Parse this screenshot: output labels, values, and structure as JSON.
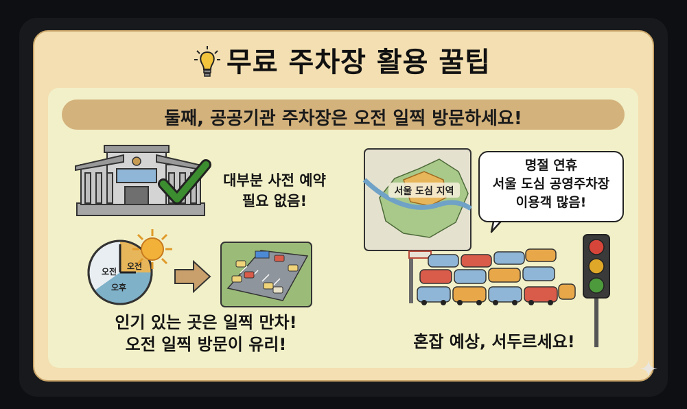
{
  "header": {
    "title": "무료 주차장 활용 꿀팁"
  },
  "subtitle": "둘째, 공공기관 주차장은 오전 일찍 방문하세요!",
  "left": {
    "reserve_line1": "대부분 사전 예약",
    "reserve_line2": "필요 없음!",
    "clock_am_label": "오전",
    "clock_pm_label": "오후",
    "clock_am_label2": "오전",
    "early_line1": "인기 있는 곳은 일찍 만차!",
    "early_line2": "오전 일찍 방문이 유리!"
  },
  "right": {
    "map_label": "서울 도심 지역",
    "bubble_line1": "명절 연휴",
    "bubble_line2": "서울 도심 공영주차장",
    "bubble_line3": "이용객 많음!",
    "hurry": "혼잡 예상, 서두르세요!"
  },
  "icons": [
    "lightbulb-icon",
    "checkmark-icon",
    "sun-icon",
    "arrow-right-icon",
    "traffic-light-icon",
    "sparkle-icon"
  ],
  "colors": {
    "card_bg": "#f3dfb1",
    "inner_bg": "#f2f0c8",
    "subtitle_bar": "#d4b27c",
    "check_green": "#3c8d2f",
    "map_green": "#a9c98a",
    "map_orange": "#e8b65a",
    "traffic_red": "#d6453a",
    "traffic_yellow": "#e0a828",
    "traffic_green": "#4c9a3c"
  }
}
